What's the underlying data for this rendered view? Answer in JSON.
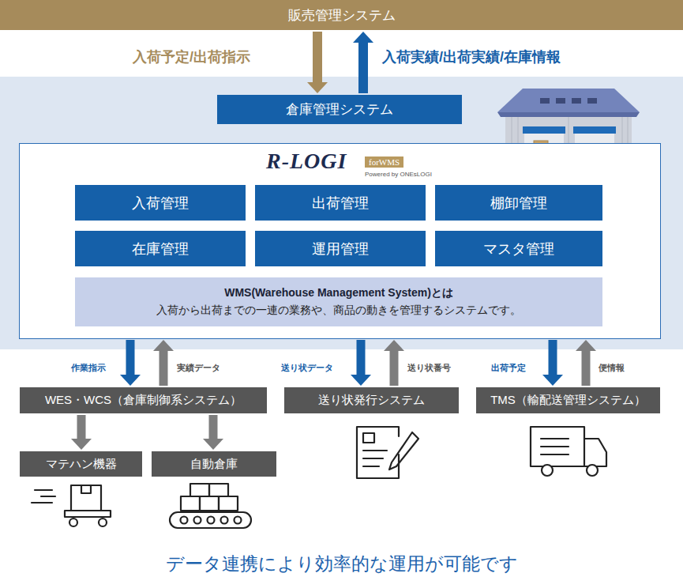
{
  "diagram": {
    "caption": "データ連携により効率的な運用が可能です",
    "nodes": [
      {
        "text": [
          "販売管理システム"
        ]
      },
      {
        "text": [
          "倉庫管理システム"
        ]
      },
      {
        "text": [
          "R-LOGI",
          "forWMS",
          "Powered by ONEsLOGI"
        ]
      },
      {
        "text": [
          "入荷管理"
        ],
        "in": 2
      },
      {
        "text": [
          "出荷管理"
        ],
        "in": 2
      },
      {
        "text": [
          "棚卸管理"
        ],
        "in": 2
      },
      {
        "text": [
          "在庫管理"
        ],
        "in": 2
      },
      {
        "text": [
          "運用管理"
        ],
        "in": 2
      },
      {
        "text": [
          "マスタ管理"
        ],
        "in": 2
      },
      {
        "text": [
          "WMS(Warehouse Management System)とは",
          "入荷から出荷までの一連の業務や、商品の動きを管理するシステムです。"
        ],
        "in": 2
      },
      {
        "text": [
          "WES・WCS（倉庫制御系システム）"
        ]
      },
      {
        "text": [
          "送り状発行システム"
        ]
      },
      {
        "text": [
          "TMS（輸配送管理システム）"
        ]
      },
      {
        "text": [
          "マテハン機器"
        ]
      },
      {
        "text": [
          "自動倉庫"
        ]
      }
    ],
    "edges": [
      {
        "from": 0,
        "to": 1,
        "label": "入荷予定/出荷指示",
        "arrow": "to"
      },
      {
        "from": 1,
        "to": 0,
        "label": "入荷実績/出荷実績/在庫情報",
        "arrow": "to"
      },
      {
        "from": 2,
        "to": 10,
        "label": "作業指示",
        "arrow": "to"
      },
      {
        "from": 10,
        "to": 2,
        "label": "実績データ",
        "arrow": "to"
      },
      {
        "from": 2,
        "to": 11,
        "label": "送り状データ",
        "arrow": "to"
      },
      {
        "from": 11,
        "to": 2,
        "label": "送り状番号",
        "arrow": "to"
      },
      {
        "from": 2,
        "to": 12,
        "label": "出荷予定",
        "arrow": "to"
      },
      {
        "from": 12,
        "to": 2,
        "label": "便情報",
        "arrow": "to"
      },
      {
        "from": 10,
        "to": 13,
        "arrow": "to"
      },
      {
        "from": 10,
        "to": 14,
        "arrow": "to"
      }
    ]
  }
}
